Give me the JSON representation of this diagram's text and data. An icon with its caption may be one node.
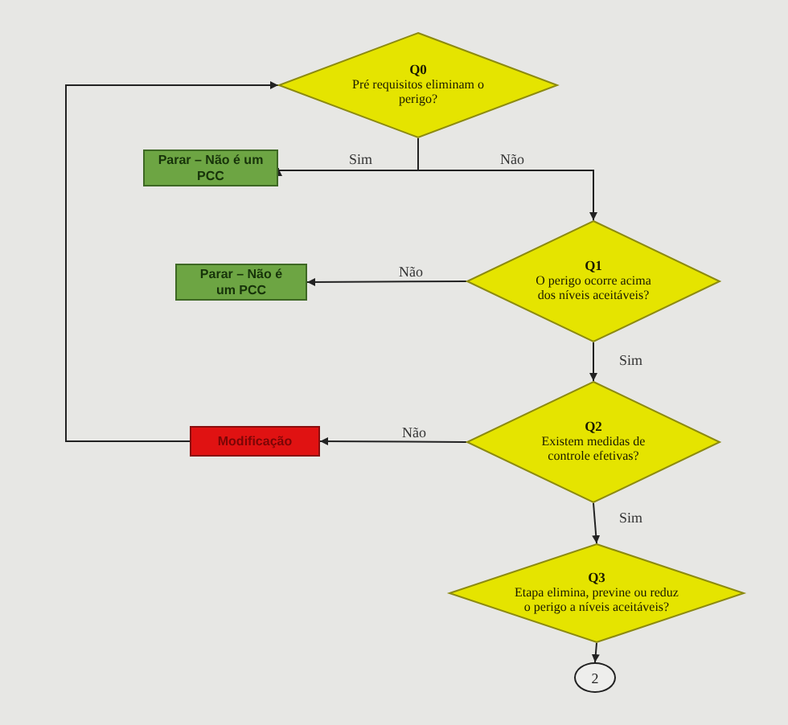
{
  "diagram": {
    "nodes": [
      {
        "text": [
          "Q0",
          "Pré requisitos eliminam o perigo?"
        ]
      },
      {
        "text": [
          "Parar – Não é um PCC"
        ]
      },
      {
        "text": [
          "Q1",
          "O perigo ocorre acima dos níveis aceitáveis?"
        ]
      },
      {
        "text": [
          "Parar – Não é um PCC"
        ]
      },
      {
        "text": [
          "Q2",
          "Existem medidas de controle efetivas?"
        ]
      },
      {
        "text": [
          "Modificação"
        ]
      },
      {
        "text": [
          "Q3",
          "Etapa elimina, previne ou reduz o perigo a níveis aceitáveis?"
        ]
      },
      {
        "text": [
          "2"
        ]
      }
    ],
    "edges": [
      {
        "from": 0,
        "to": 1,
        "arrow": "to",
        "label": "Sim"
      },
      {
        "from": 0,
        "to": 2,
        "arrow": "to",
        "label": "Não"
      },
      {
        "from": 2,
        "to": 3,
        "arrow": "to",
        "label": "Não"
      },
      {
        "from": 2,
        "to": 4,
        "arrow": "to",
        "label": "Sim"
      },
      {
        "from": 4,
        "to": 5,
        "arrow": "to",
        "label": "Não"
      },
      {
        "from": 5,
        "to": 0,
        "arrow": "to"
      },
      {
        "from": 4,
        "to": 6,
        "arrow": "to",
        "label": "Sim"
      },
      {
        "from": 6,
        "to": 7,
        "arrow": "to"
      }
    ]
  }
}
